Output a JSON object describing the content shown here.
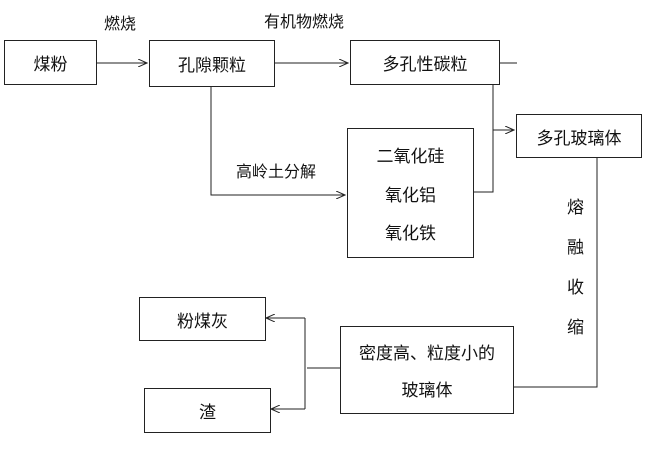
{
  "boxes": {
    "coal_powder": "煤粉",
    "pore_particles": "孔隙颗粒",
    "porous_carbon": "多孔性碳粒",
    "oxides": [
      "二氧化硅",
      "氧化铝",
      "氧化铁"
    ],
    "porous_glass": "多孔玻璃体",
    "dense_glass": [
      "密度高、粒度小的",
      "玻璃体"
    ],
    "fly_ash": "粉煤灰",
    "slag": "渣"
  },
  "labels": {
    "burning": "燃烧",
    "organic_burning": "有机物燃烧",
    "kaolin_decomp": "高岭土分解",
    "melt_shrink": [
      "熔",
      "融",
      "收",
      "缩"
    ]
  }
}
